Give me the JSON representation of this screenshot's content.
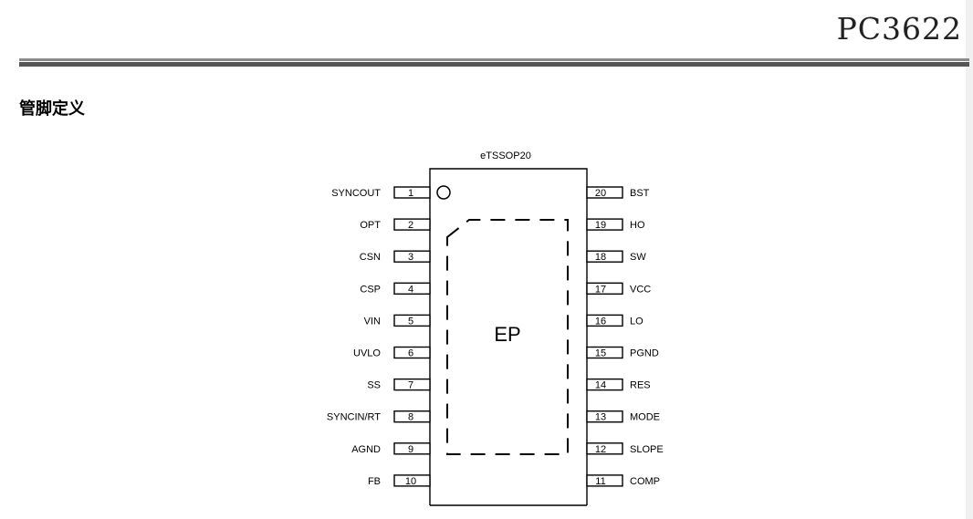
{
  "header": {
    "doc_title": "PC3622"
  },
  "section": {
    "title": "管脚定义"
  },
  "diagram": {
    "package": "eTSSOP20",
    "pad_label": "EP",
    "left_pins": [
      {
        "num": "1",
        "name": "SYNCOUT"
      },
      {
        "num": "2",
        "name": "OPT"
      },
      {
        "num": "3",
        "name": "CSN"
      },
      {
        "num": "4",
        "name": "CSP"
      },
      {
        "num": "5",
        "name": "VIN"
      },
      {
        "num": "6",
        "name": "UVLO"
      },
      {
        "num": "7",
        "name": "SS"
      },
      {
        "num": "8",
        "name": "SYNCIN/RT"
      },
      {
        "num": "9",
        "name": "AGND"
      },
      {
        "num": "10",
        "name": "FB"
      }
    ],
    "right_pins": [
      {
        "num": "20",
        "name": "BST"
      },
      {
        "num": "19",
        "name": "HO"
      },
      {
        "num": "18",
        "name": "SW"
      },
      {
        "num": "17",
        "name": "VCC"
      },
      {
        "num": "16",
        "name": "LO"
      },
      {
        "num": "15",
        "name": "PGND"
      },
      {
        "num": "14",
        "name": "RES"
      },
      {
        "num": "13",
        "name": "MODE"
      },
      {
        "num": "12",
        "name": "SLOPE"
      },
      {
        "num": "11",
        "name": "COMP"
      }
    ]
  }
}
